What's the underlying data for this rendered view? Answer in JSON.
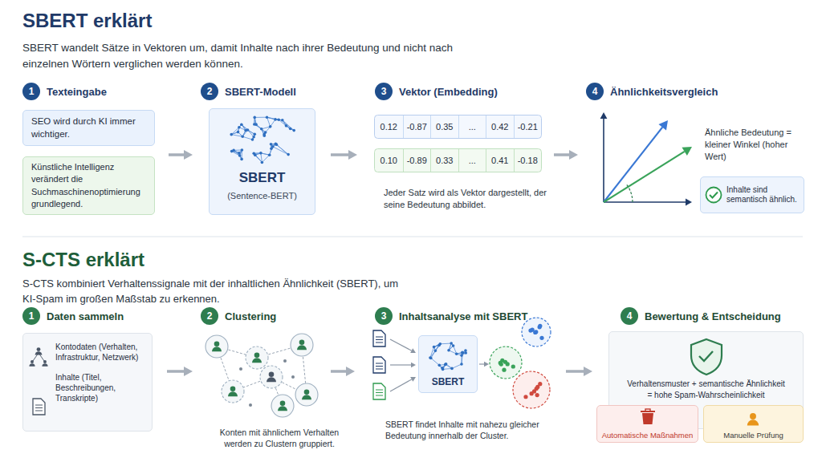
{
  "diagram": {
    "nodes": [
      {
        "text": [
          "1"
        ]
      },
      {
        "text": [
          "SEO wird durch KI immer wichtiger."
        ]
      },
      {
        "text": [
          "Künstliche Intelligenz verändert die Suchmaschinenoptimierung grundlegend."
        ]
      },
      {
        "text": [
          "2"
        ]
      },
      {
        "text": [
          "SBERT",
          "(Sentence-BERT)"
        ]
      },
      {
        "text": [
          "3"
        ]
      },
      {
        "text": [
          "0.12"
        ]
      },
      {
        "text": [
          "-0.87"
        ]
      },
      {
        "text": [
          "0.35"
        ]
      },
      {
        "text": [
          "..."
        ]
      },
      {
        "text": [
          "0.42"
        ]
      },
      {
        "text": [
          "-0.21"
        ]
      },
      {
        "text": [
          "0.10"
        ]
      },
      {
        "text": [
          "-0.89"
        ]
      },
      {
        "text": [
          "0.33"
        ]
      },
      {
        "text": [
          "..."
        ]
      },
      {
        "text": [
          "0.41"
        ]
      },
      {
        "text": [
          "-0.18"
        ]
      },
      {
        "text": [
          "4"
        ]
      },
      {
        "text": [
          "Inhalte sind semantisch ähnlich."
        ]
      },
      {
        "text": [
          "1"
        ]
      },
      {
        "text": [
          "Kontodaten (Verhalten, Infrastruktur, Netzwerk)",
          "Inhalte (Titel, Beschreibungen, Transkripte)"
        ]
      },
      {
        "text": [
          "2"
        ]
      },
      {
        "text": [
          "3"
        ]
      },
      {
        "text": [
          "SBERT"
        ]
      },
      {
        "text": [
          "4"
        ]
      },
      {
        "text": [
          "Verhaltensmuster + semantische Ähnlichkeit = hohe Spam-Wahrscheinlichkeit"
        ]
      },
      {
        "text": [
          "Automatische Maßnahmen"
        ]
      },
      {
        "text": [
          "Manuelle Prüfung"
        ]
      }
    ],
    "labels": [
      "SBERT erklärt",
      "SBERT wandelt Sätze in Vektoren um, damit Inhalte nach ihrer Bedeutung und nicht nach einzelnen Wörtern verglichen werden können.",
      "Texteingabe",
      "SBERT-Modell",
      "Vektor (Embedding)",
      "Ähnlichkeitsvergleich",
      "Jeder Satz wird als Vektor dargestellt, der seine Bedeutung abbildet.",
      "Ähnliche Bedeutung = kleiner Winkel (hoher Wert)",
      "S-CTS erklärt",
      "S-CTS kombiniert Verhaltenssignale mit der inhaltlichen Ähnlichkeit (SBERT), um KI-Spam im großen Maßstab zu erkennen.",
      "Daten sammeln",
      "Clustering",
      "Inhaltsanalyse mit SBERT",
      "Bewertung & Entscheidung",
      "Konten mit ähnlichem Verhalten werden zu Clustern gruppiert.",
      "SBERT findet Inhalte mit nahezu gleicher Bedeutung innerhalb der Cluster."
    ]
  }
}
